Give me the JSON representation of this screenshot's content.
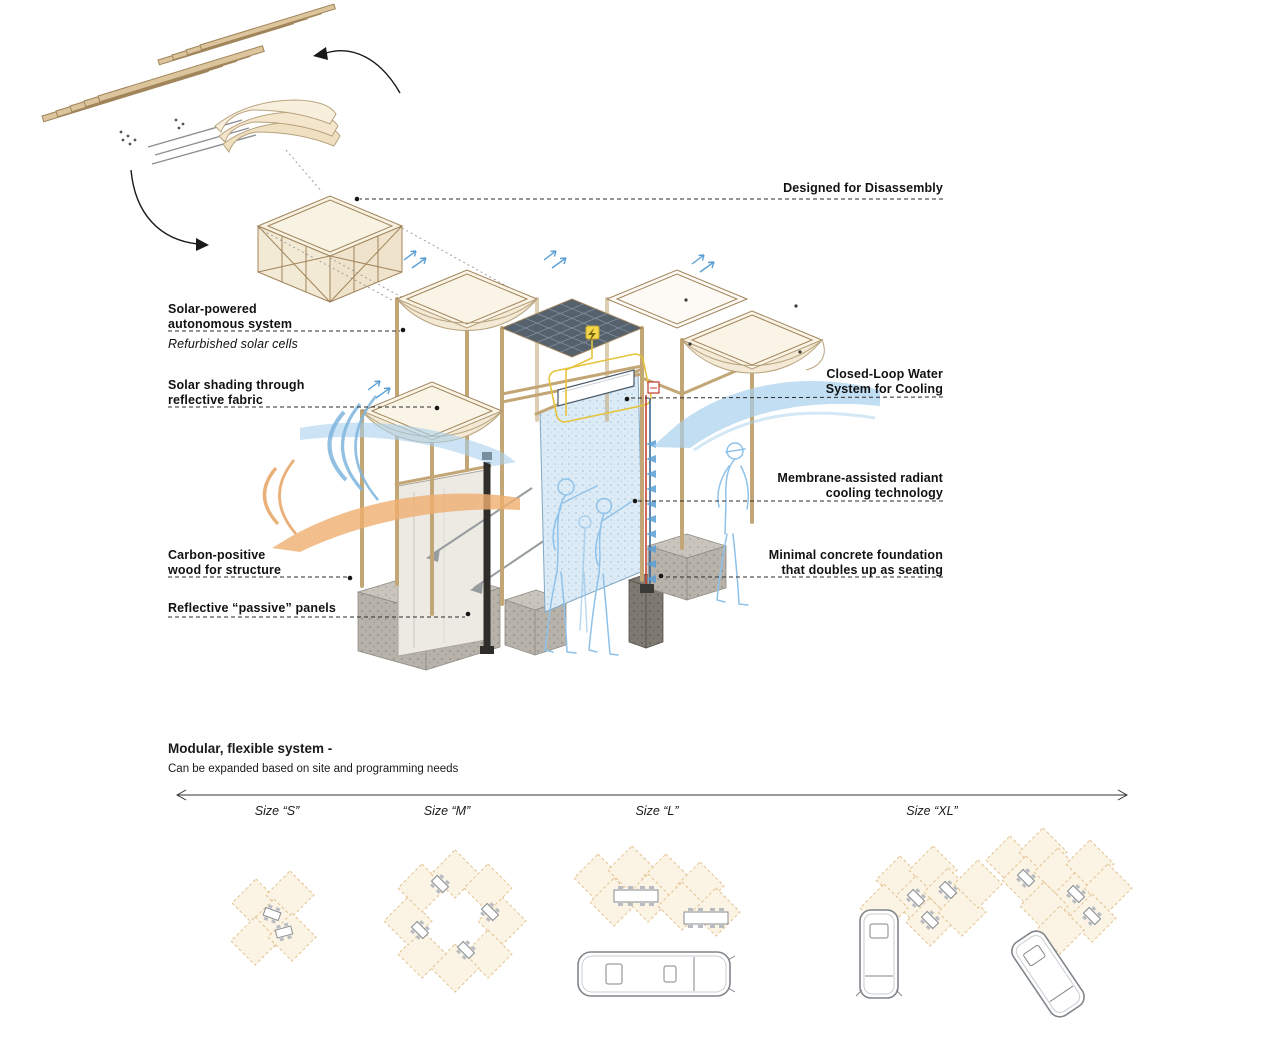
{
  "palette": {
    "wood": "#dcc59c",
    "wood_dark": "#a0845a",
    "fabric": "#f4ebd6",
    "solar_panel": "#55616c",
    "flow_blue": "#a8d0ec",
    "figure_blue": "#8fc2ea",
    "flow_orange": "#efae6f",
    "concrete": "#b7b3aa",
    "membrane_blue": "#dcebf5",
    "circuit_yellow": "#e6c33c",
    "pipe_red": "#c0392b",
    "pipe_blue": "#2f5d8a",
    "ink": "#1a1a1a"
  },
  "annotations": {
    "disassembly": "Designed for Disassembly",
    "solar_line1": "Solar-powered",
    "solar_line2": "autonomous system",
    "solar_sub": "Refurbished solar cells",
    "shading_line1": "Solar shading through",
    "shading_line2": "reflective fabric",
    "closed_loop_line1": "Closed-Loop Water",
    "closed_loop_line2": "System for Cooling",
    "membrane_line1": "Membrane-assisted radiant",
    "membrane_line2": "cooling technology",
    "carbon_line1": "Carbon-positive",
    "carbon_line2": "wood for structure",
    "foundation_line1": "Minimal concrete foundation",
    "foundation_line2": "that doubles up as seating",
    "reflective_panels": "Reflective “passive” panels"
  },
  "bottom": {
    "heading": "Modular, flexible system -",
    "subheading": "Can be expanded based on site and programming needs",
    "sizes": [
      {
        "label": "Size “S”"
      },
      {
        "label": "Size “M”"
      },
      {
        "label": "Size “L”"
      },
      {
        "label": "Size “XL”"
      }
    ]
  }
}
